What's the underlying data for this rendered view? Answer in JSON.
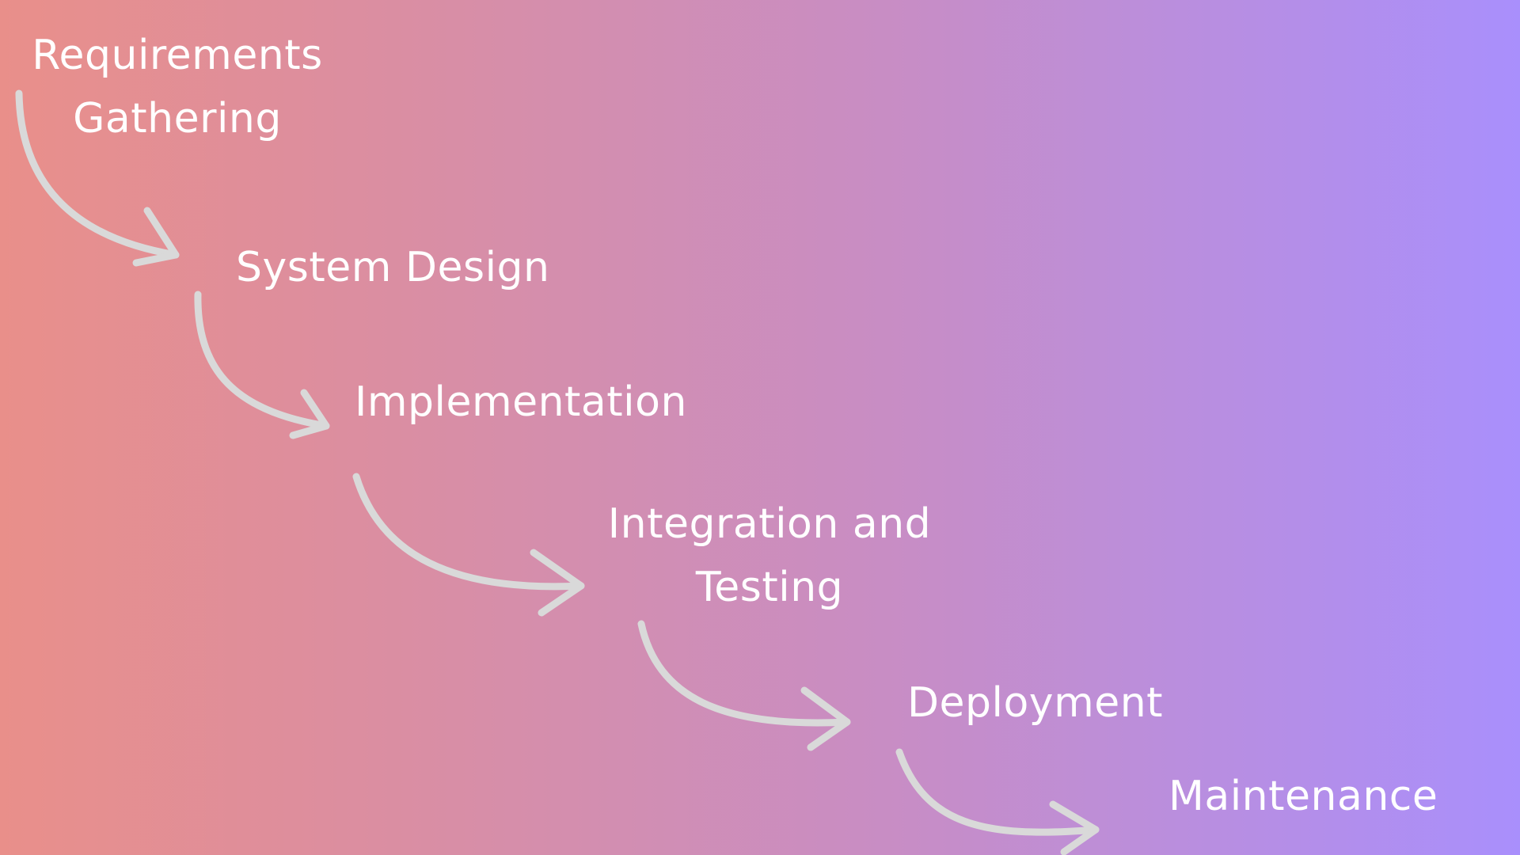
{
  "colors": {
    "gradient_start": "#e98f8a",
    "gradient_end": "#a98ffc",
    "arrow": "#d9d9d9",
    "text": "#ffffff"
  },
  "steps": [
    {
      "lines": [
        "Requirements",
        "Gathering"
      ]
    },
    {
      "lines": [
        "System Design"
      ]
    },
    {
      "lines": [
        "Implementation"
      ]
    },
    {
      "lines": [
        "Integration and",
        "Testing"
      ]
    },
    {
      "lines": [
        "Deployment"
      ]
    },
    {
      "lines": [
        "Maintenance"
      ]
    }
  ]
}
